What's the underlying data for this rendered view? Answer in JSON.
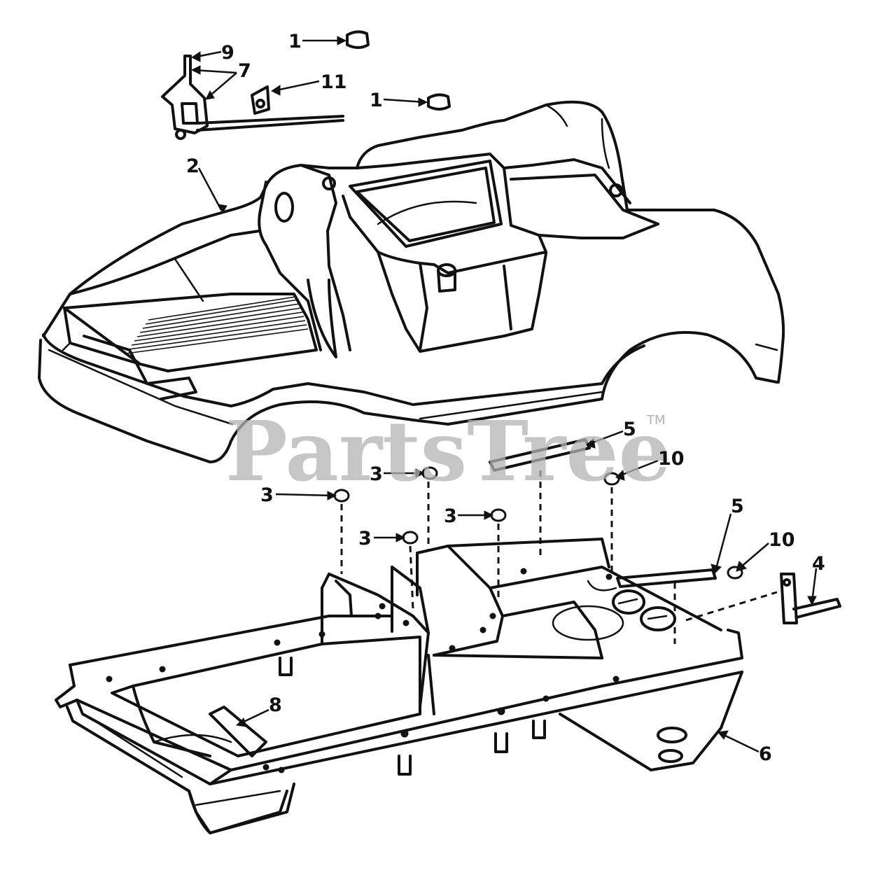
{
  "watermark": {
    "text": "PartsTree",
    "trademark": "TM"
  },
  "callouts": [
    {
      "label": "1"
    },
    {
      "label": "9"
    },
    {
      "label": "7"
    },
    {
      "label": "11"
    },
    {
      "label": "1"
    },
    {
      "label": "2"
    },
    {
      "label": "5"
    },
    {
      "label": "3"
    },
    {
      "label": "10"
    },
    {
      "label": "3"
    },
    {
      "label": "3"
    },
    {
      "label": "3"
    },
    {
      "label": "5"
    },
    {
      "label": "10"
    },
    {
      "label": "4"
    },
    {
      "label": "8"
    },
    {
      "label": "6"
    }
  ]
}
